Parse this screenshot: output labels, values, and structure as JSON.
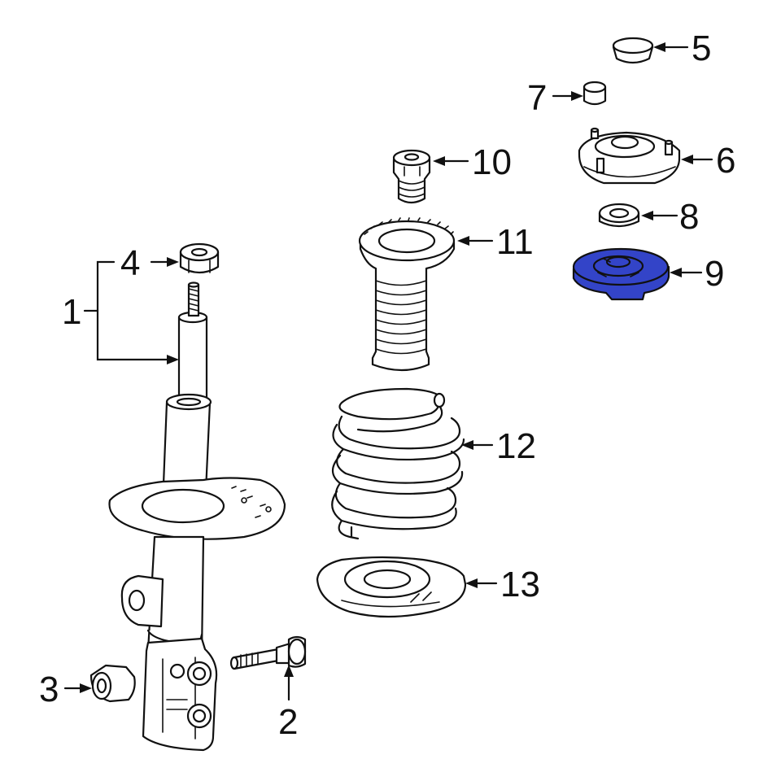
{
  "highlight_color": "#3344c8",
  "highlighted_part": "9",
  "callouts": {
    "c1": "1",
    "c2": "2",
    "c3": "3",
    "c4": "4",
    "c5": "5",
    "c6": "6",
    "c7": "7",
    "c8": "8",
    "c9": "9",
    "c10": "10",
    "c11": "11",
    "c12": "12",
    "c13": "13"
  }
}
